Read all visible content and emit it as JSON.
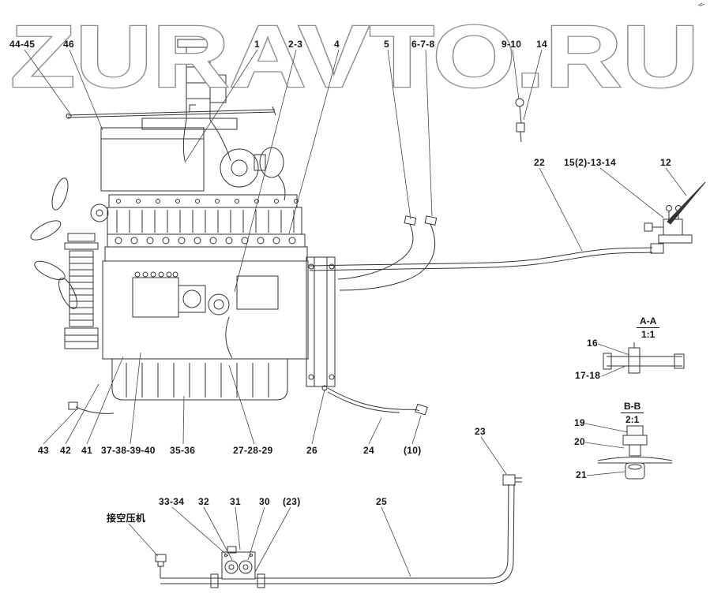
{
  "watermark": "ZURAVTO.RU",
  "callouts": [
    {
      "label": "44-45"
    },
    {
      "label": "46"
    },
    {
      "label": "1"
    },
    {
      "label": "2-3"
    },
    {
      "label": "4"
    },
    {
      "label": "5"
    },
    {
      "label": "6-7-8"
    },
    {
      "label": "9-10"
    },
    {
      "label": "14"
    },
    {
      "label": "22"
    },
    {
      "label": "15(2)-13-14"
    },
    {
      "label": "12"
    },
    {
      "label": "16"
    },
    {
      "label": "17-18"
    },
    {
      "label": "19"
    },
    {
      "label": "20"
    },
    {
      "label": "21"
    },
    {
      "label": "23"
    },
    {
      "label": "43"
    },
    {
      "label": "42"
    },
    {
      "label": "41"
    },
    {
      "label": "37-38-39-40"
    },
    {
      "label": "35-36"
    },
    {
      "label": "27-28-29"
    },
    {
      "label": "26"
    },
    {
      "label": "24"
    },
    {
      "label": "(10)"
    },
    {
      "label": "33-34"
    },
    {
      "label": "32"
    },
    {
      "label": "31"
    },
    {
      "label": "30"
    },
    {
      "label": "(23)"
    },
    {
      "label": "25"
    },
    {
      "label": "接空压机"
    }
  ],
  "sections": {
    "aa": {
      "title": "A-A",
      "scale": "1:1"
    },
    "bb": {
      "title": "B-B",
      "scale": "2:1"
    }
  }
}
